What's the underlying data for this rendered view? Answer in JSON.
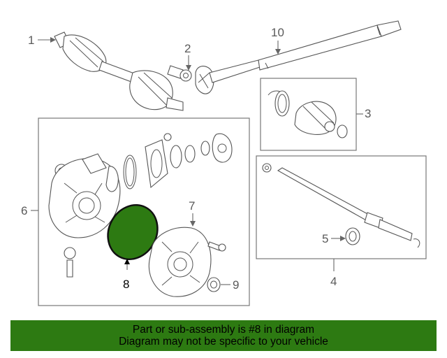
{
  "diagram": {
    "callouts": [
      "1",
      "2",
      "3",
      "4",
      "5",
      "6",
      "7",
      "8",
      "9",
      "10"
    ],
    "highlighted_callout": "8",
    "highlight_color": "#2d7a12"
  },
  "banner": {
    "line1": "Part or sub-assembly is #8 in diagram",
    "line2": "Diagram may not be specific to your vehicle",
    "background_color": "#2d7a12"
  }
}
